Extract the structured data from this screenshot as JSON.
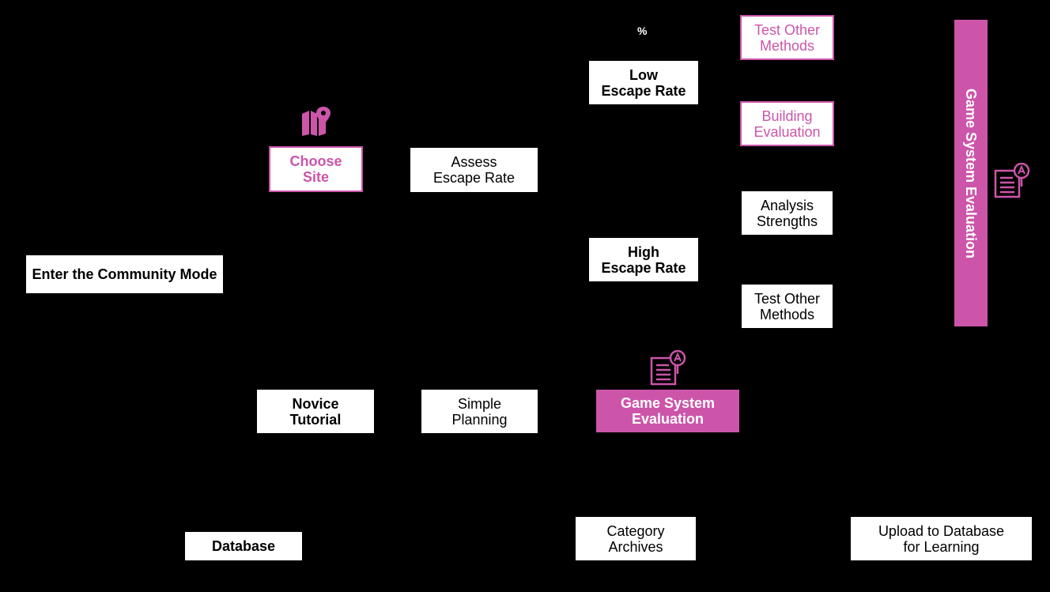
{
  "colors": {
    "background": "#000000",
    "box": "#ffffff",
    "accent": "#cc55aa",
    "text": "#000000"
  },
  "nodes": {
    "enter_community_mode": "Enter the Community Mode",
    "choose_site": "Choose\nSite",
    "assess_escape_rate": "Assess\nEscape Rate",
    "low_escape_rate": "Low\nEscape Rate",
    "high_escape_rate": "High\nEscape Rate",
    "test_other_methods_top": "Test Other\nMethods",
    "building_evaluation": "Building\nEvaluation",
    "analysis_strengths": "Analysis\nStrengths",
    "test_other_methods_bottom": "Test Other\nMethods",
    "game_system_evaluation_vertical": "Game System Evaluation",
    "novice_tutorial": "Novice\nTutorial",
    "simple_planning": "Simple\nPlanning",
    "game_system_evaluation": "Game System\nEvaluation",
    "database": "Database",
    "category_archives": "Category\nArchives",
    "upload_to_database": "Upload to Database\nfor Learning"
  },
  "annotations": {
    "percent_sign": "%"
  },
  "icons": {
    "choose_site_icon": "map-pin-icon",
    "report_icon_right": "report-document-icon",
    "report_icon_center": "report-document-icon"
  }
}
